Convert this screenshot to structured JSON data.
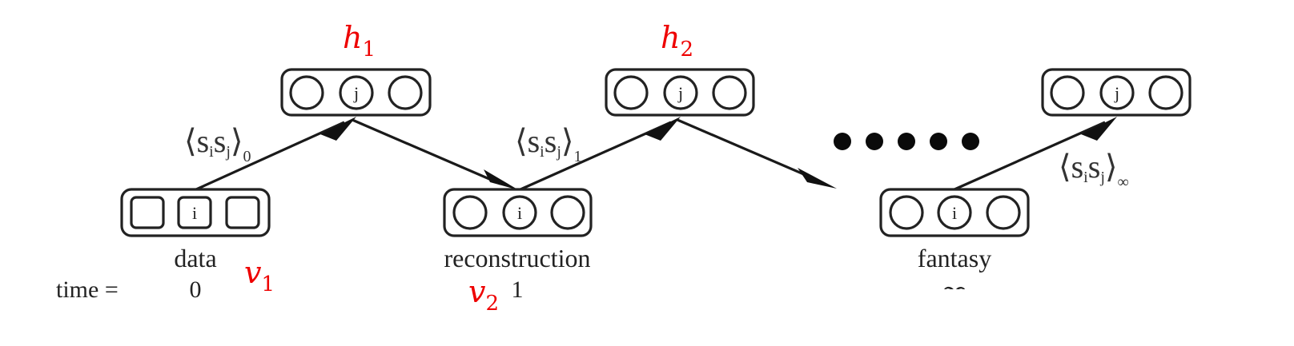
{
  "layers": {
    "data": {
      "unit_label": "i",
      "caption": "data"
    },
    "hidden_1": {
      "unit_label": "j"
    },
    "reconstruction": {
      "unit_label": "i",
      "caption": "reconstruction"
    },
    "hidden_2": {
      "unit_label": "j"
    },
    "fantasy": {
      "unit_label": "i",
      "caption": "fantasy"
    },
    "hidden_inf": {
      "unit_label": "j"
    }
  },
  "stats": [
    {
      "text": "⟨s",
      "i": "i",
      "mid": "s",
      "j": "j",
      "close": "⟩",
      "sub": "0"
    },
    {
      "text": "⟨s",
      "i": "i",
      "mid": "s",
      "j": "j",
      "close": "⟩",
      "sub": "1"
    },
    {
      "text": "⟨s",
      "i": "i",
      "mid": "s",
      "j": "j",
      "close": "⟩",
      "sub": "∞"
    }
  ],
  "time": {
    "label": "time =",
    "t0": "0",
    "t1": "1",
    "tinf": "∞"
  },
  "annotations": {
    "h1": {
      "base": "h",
      "sub": "1"
    },
    "h2": {
      "base": "h",
      "sub": "2"
    },
    "v1": {
      "base": "v",
      "sub": "1"
    },
    "v2": {
      "base": "v",
      "sub": "2"
    }
  },
  "ellipsis": "•••••",
  "colors": {
    "annotation": "#ee0000",
    "ink": "#222222"
  }
}
